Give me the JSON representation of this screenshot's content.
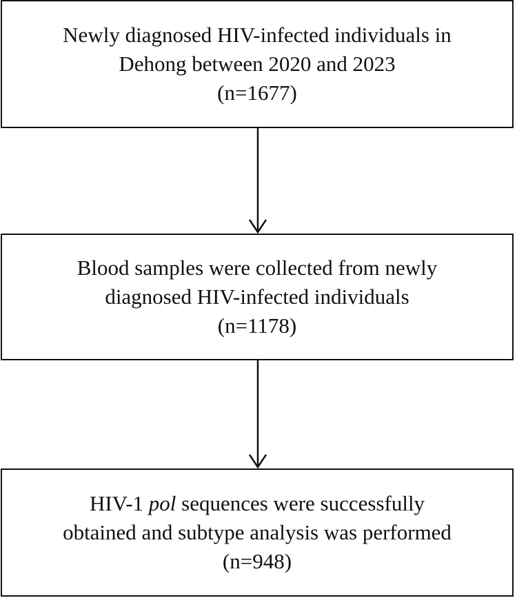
{
  "flowchart": {
    "steps": [
      {
        "lines": [
          "Newly diagnosed HIV-infected individuals in",
          "Dehong between 2020 and 2023",
          "(n=1677)"
        ]
      },
      {
        "lines": [
          "Blood samples were collected from newly",
          "diagnosed HIV-infected individuals",
          "(n=1178)"
        ]
      },
      {
        "line1_prefix": "HIV-1 ",
        "line1_italic": "pol",
        "line1_suffix": " sequences were successfully",
        "lines": [
          "obtained and subtype analysis was performed",
          "(n=948)"
        ]
      }
    ]
  }
}
